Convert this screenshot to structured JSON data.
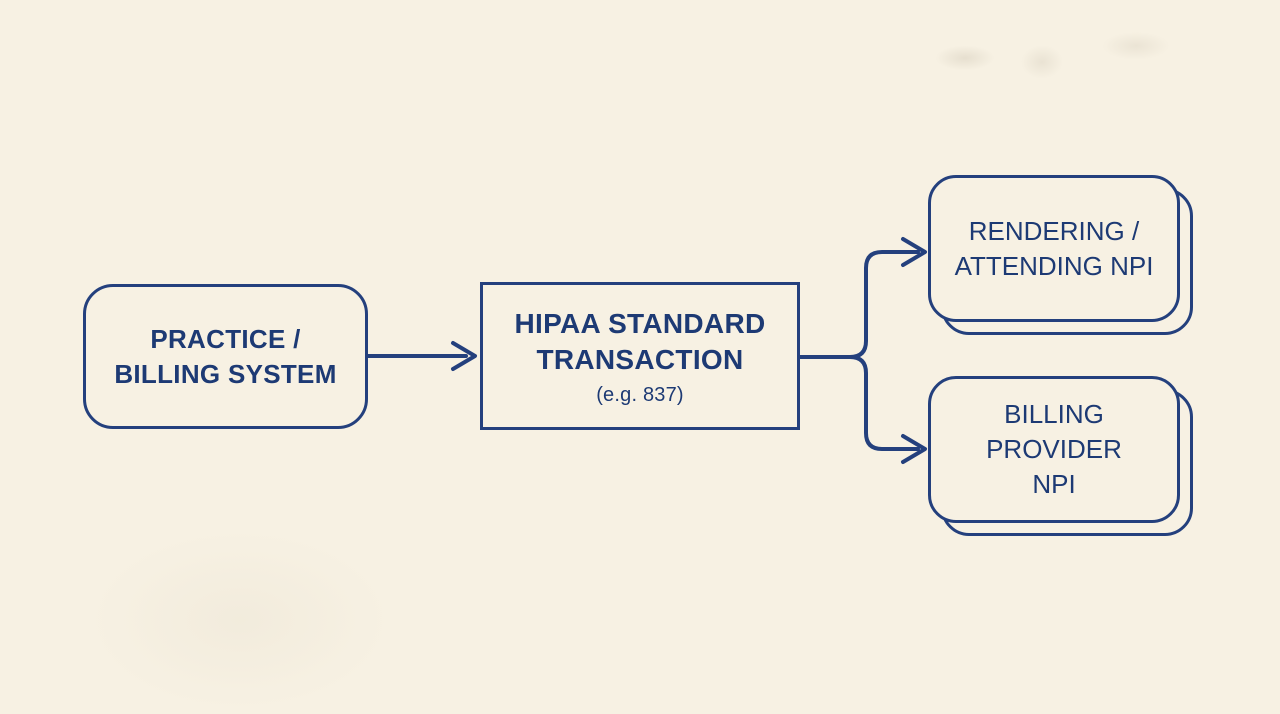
{
  "colors": {
    "bg": "#f7f1e3",
    "ink": "#24407d",
    "text": "#1d3a74"
  },
  "nodes": {
    "practice": {
      "line1": "PRACTICE /",
      "line2": "BILLING SYSTEM"
    },
    "hipaa": {
      "line1": "HIPAA STANDARD",
      "line2": "TRANSACTION",
      "subtitle": "(e.g. 837)"
    },
    "rendering": {
      "line1": "RENDERING /",
      "line2": "ATTENDING NPI"
    },
    "billing": {
      "line1": "BILLING",
      "line2": "PROVIDER",
      "line3": "NPI"
    }
  },
  "edges": [
    {
      "from": "practice",
      "to": "hipaa"
    },
    {
      "from": "hipaa",
      "to": "rendering"
    },
    {
      "from": "hipaa",
      "to": "billing"
    }
  ]
}
